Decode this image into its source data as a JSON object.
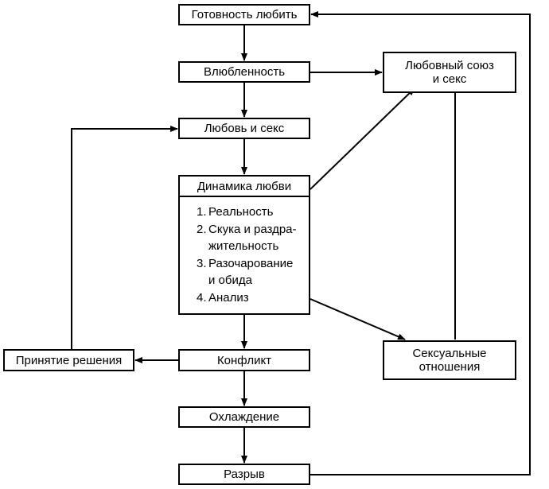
{
  "nodes": {
    "readiness": "Готовность любить",
    "infatuation": "Влюбленность",
    "love_and_sex": "Любовь и секс",
    "love_dynamics": {
      "title": "Динамика любви",
      "stages": [
        {
          "num": "1.",
          "text": "Реальность"
        },
        {
          "num": "2.",
          "text": "Скука и раздра-\nжительность"
        },
        {
          "num": "3.",
          "text": "Разочарование\nи обида"
        },
        {
          "num": "4.",
          "text": "Анализ"
        }
      ]
    },
    "conflict": "Конфликт",
    "cooling": "Охлаждение",
    "breakup": "Разрыв",
    "decision": "Принятие решения",
    "love_union": {
      "line1": "Любовный союз",
      "line2": "и секс"
    },
    "sexual_relations": {
      "line1": "Сексуальные",
      "line2": "отношения"
    }
  },
  "colors": {
    "stroke": "#000000",
    "background": "#ffffff"
  }
}
